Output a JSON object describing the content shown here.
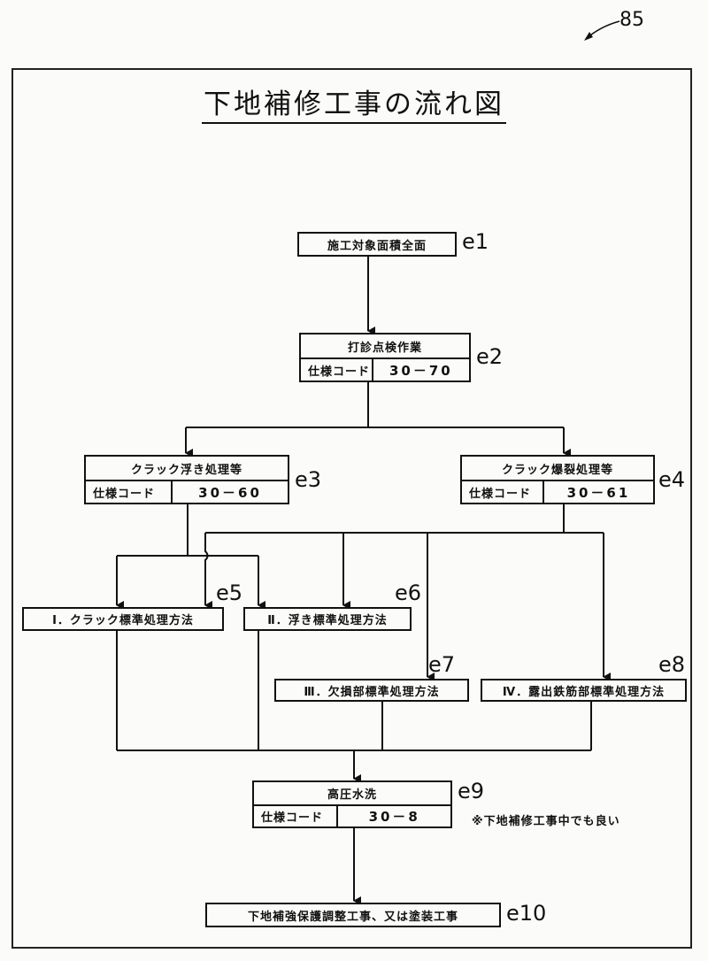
{
  "figure_number": "85",
  "title": "下地補修工事の流れ図",
  "nodes": {
    "e1": {
      "label": "施工対象面積全面",
      "tag": "e1"
    },
    "e2": {
      "label": "打診点検作業",
      "code_label": "仕様コード",
      "code": "30－70",
      "tag": "e2"
    },
    "e3": {
      "label": "クラック浮き処理等",
      "code_label": "仕様コード",
      "code": "30－60",
      "tag": "e3"
    },
    "e4": {
      "label": "クラック爆裂処理等",
      "code_label": "仕様コード",
      "code": "30－61",
      "tag": "e4"
    },
    "e5": {
      "label": "Ⅰ．クラック標準処理方法",
      "tag": "e5"
    },
    "e6": {
      "label": "Ⅱ．浮き標準処理方法",
      "tag": "e6"
    },
    "e7": {
      "label": "Ⅲ．欠損部標準処理方法",
      "tag": "e7"
    },
    "e8": {
      "label": "Ⅳ．露出鉄筋部標準処理方法",
      "tag": "e8"
    },
    "e9": {
      "label": "高圧水洗",
      "code_label": "仕様コード",
      "code": "30－8",
      "tag": "e9"
    },
    "e10": {
      "label": "下地補強保護調整工事、又は塗装工事",
      "tag": "e10"
    }
  },
  "note": "※下地補修工事中でも良い"
}
